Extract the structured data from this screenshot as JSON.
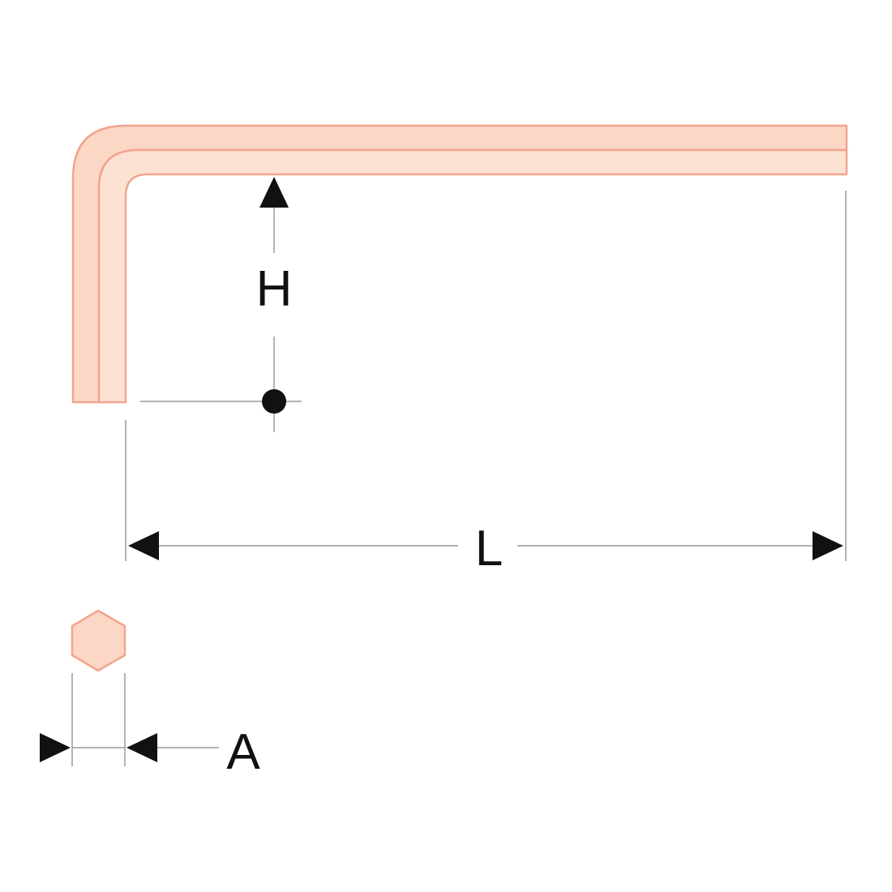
{
  "labels": {
    "height": "H",
    "length": "L",
    "across_flats": "A"
  },
  "colors": {
    "wrench_fill": "#fcd7c5",
    "wrench_outline": "#f2a48e",
    "dimension_line": "#9a9a9a",
    "arrow": "#111111"
  },
  "icons": {
    "wrench": "hex-key-l-shape",
    "cross_section": "hexagon-icon",
    "pivot": "center-point-dot"
  }
}
